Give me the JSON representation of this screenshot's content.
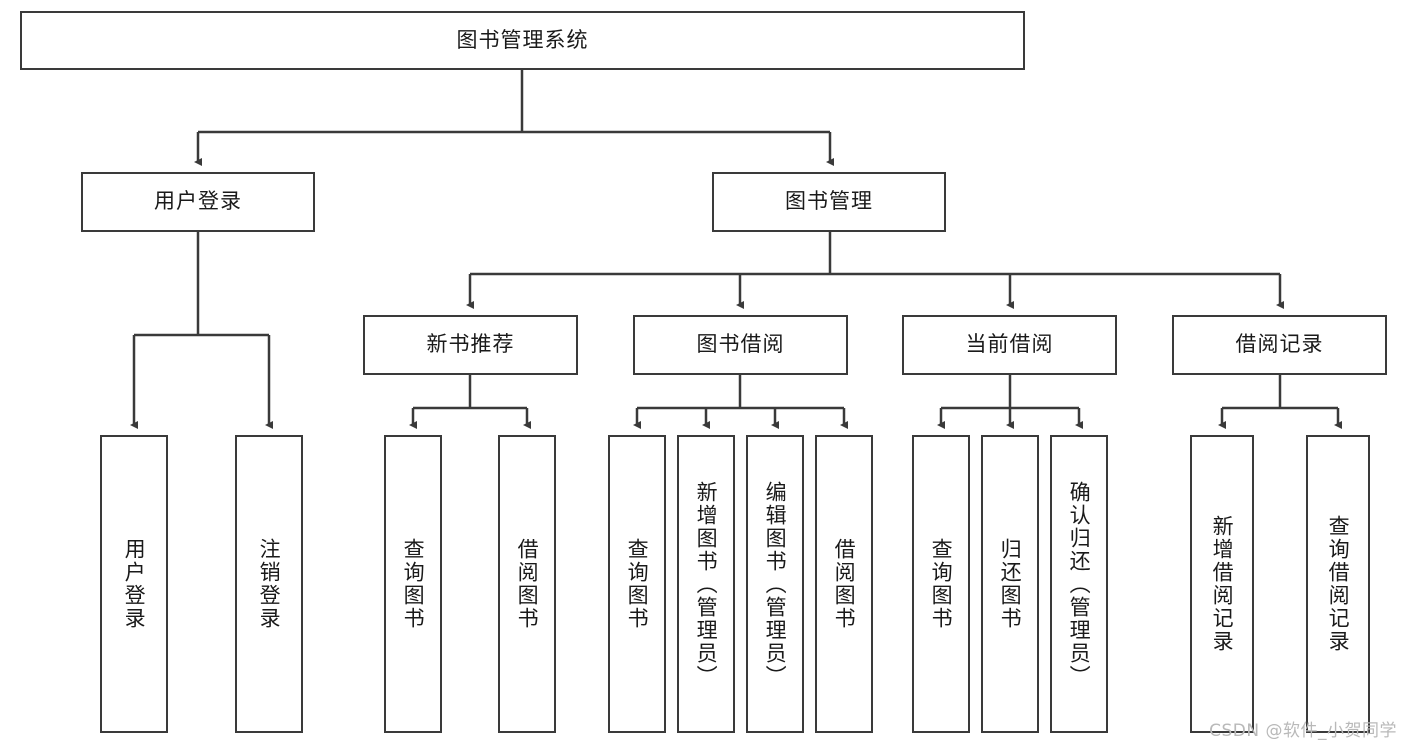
{
  "diagram": {
    "type": "tree",
    "title_node": {
      "label": "图书管理系统"
    },
    "level2": [
      {
        "label": "用户登录"
      },
      {
        "label": "图书管理"
      }
    ],
    "level3": [
      {
        "label": "新书推荐"
      },
      {
        "label": "图书借阅"
      },
      {
        "label": "当前借阅"
      },
      {
        "label": "借阅记录"
      }
    ],
    "leaves": {
      "user_login": [
        {
          "label": "用户登录"
        },
        {
          "label": "注销登录"
        }
      ],
      "new_book_recommend": [
        {
          "label": "查询图书"
        },
        {
          "label": "借阅图书"
        }
      ],
      "book_borrow": [
        {
          "label": "查询图书"
        },
        {
          "label": "新增图书（管理员）"
        },
        {
          "label": "编辑图书（管理员）"
        },
        {
          "label": "借阅图书"
        }
      ],
      "current_borrow": [
        {
          "label": "查询图书"
        },
        {
          "label": "归还图书"
        },
        {
          "label": "确认归还（管理员）"
        }
      ],
      "borrow_record": [
        {
          "label": "新增借阅记录"
        },
        {
          "label": "查询借阅记录"
        }
      ]
    }
  },
  "watermark": {
    "text": "CSDN @软件_小贺同学"
  },
  "colors": {
    "stroke": "#3a3a3a",
    "text": "#1a1a1a",
    "background": "#ffffff",
    "watermark": "#b9b9b9"
  }
}
